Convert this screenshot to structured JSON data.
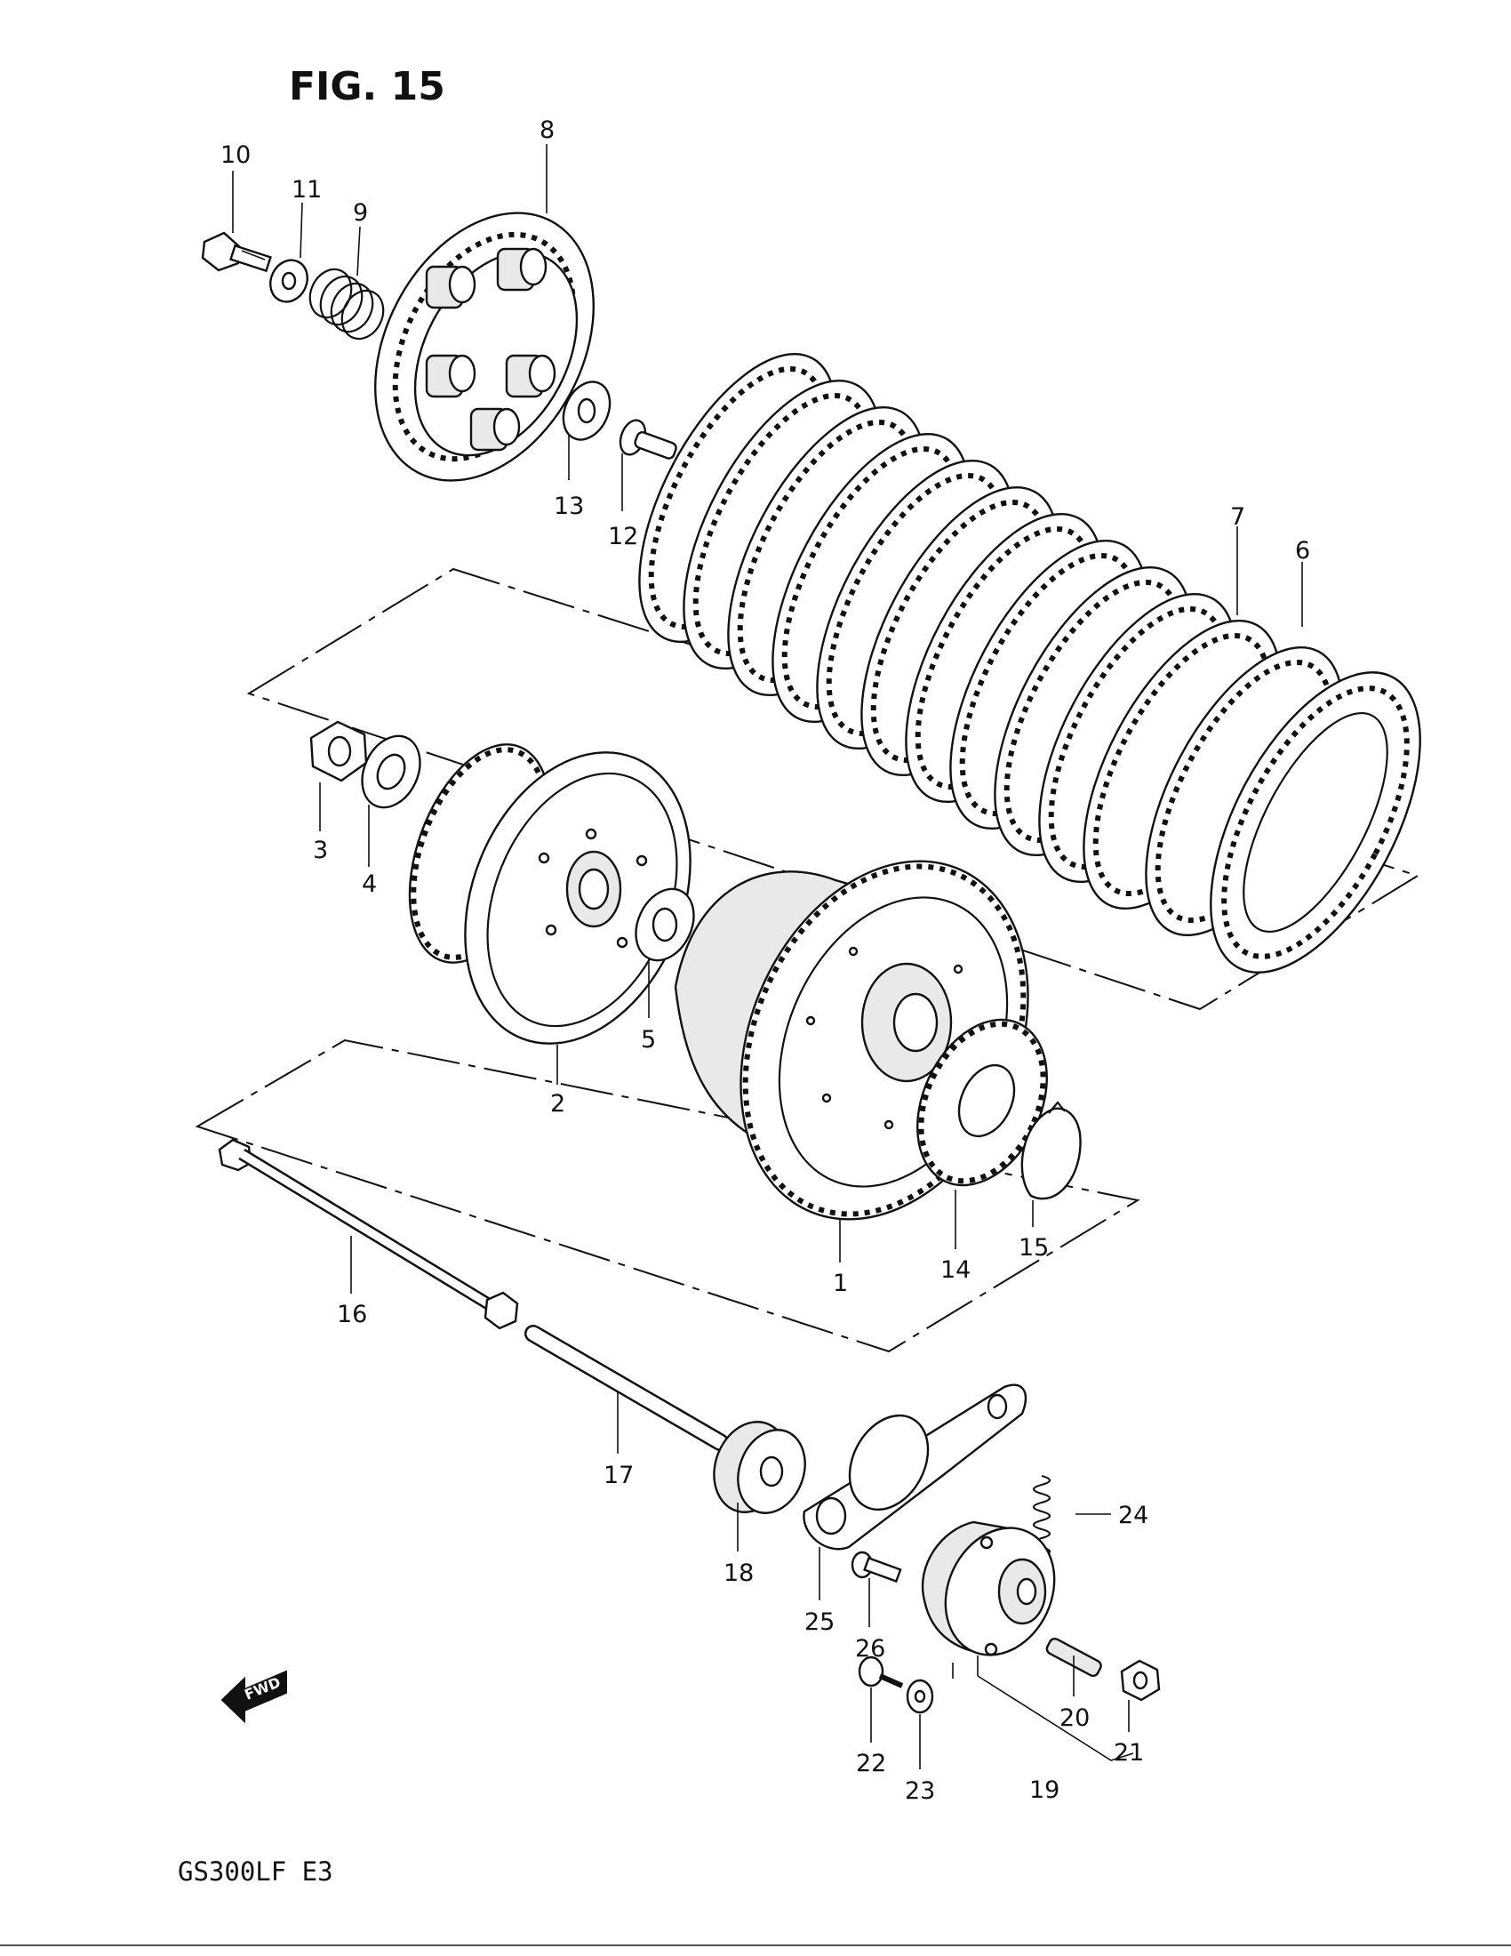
{
  "title": "FIG. 15",
  "model_code": "GS300LF  E3",
  "fwd_label": "FWD",
  "labels": {
    "p1": "1",
    "p2": "2",
    "p3": "3",
    "p4": "4",
    "p5": "5",
    "p6": "6",
    "p7": "7",
    "p8": "8",
    "p9": "9",
    "p10": "10",
    "p11": "11",
    "p12": "12",
    "p13": "13",
    "p14": "14",
    "p15": "15",
    "p16": "16",
    "p17": "17",
    "p18": "18",
    "p19": "19",
    "p20": "20",
    "p21": "21",
    "p22": "22",
    "p23": "23",
    "p24": "24",
    "p25": "25",
    "p26": "26"
  }
}
